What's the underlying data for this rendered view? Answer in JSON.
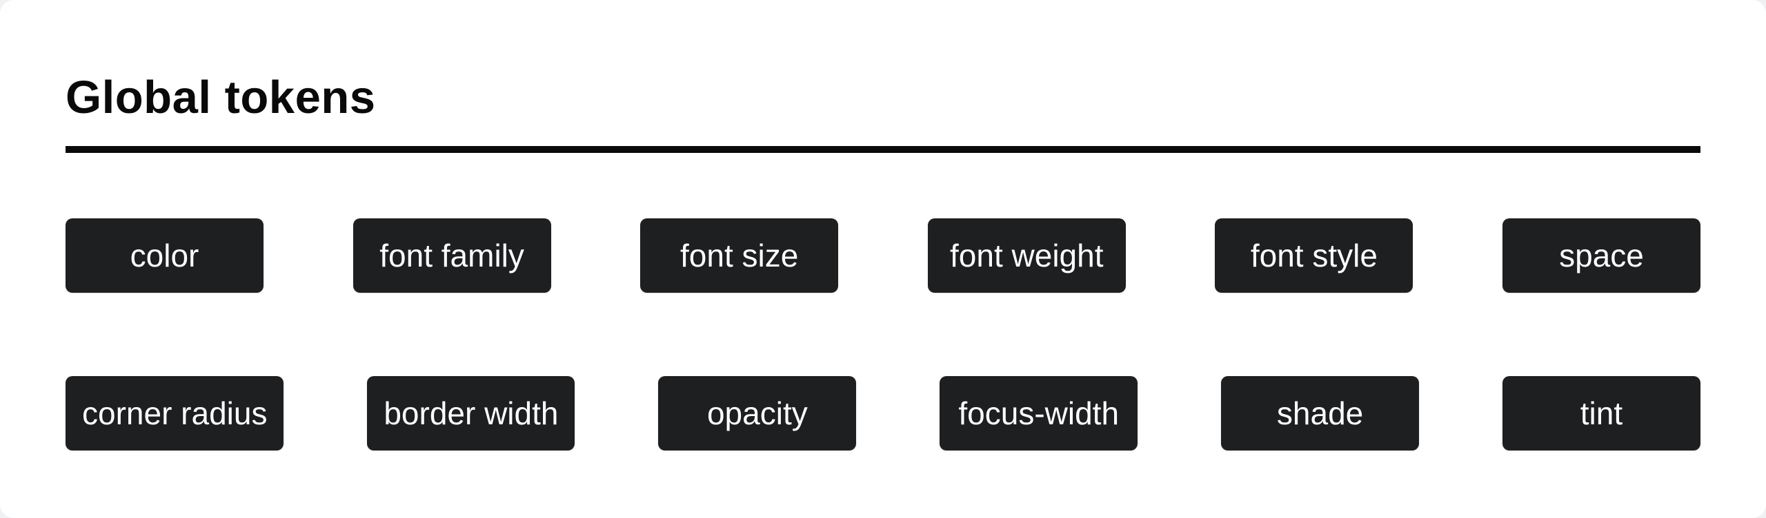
{
  "page": {
    "title": "Global tokens"
  },
  "theme": {
    "page_bg": "#f0f1f2",
    "card_bg": "#ffffff",
    "title_color": "#0a0a0a",
    "rule_color": "#0a0a0a",
    "chip_bg": "#1e1f21",
    "chip_text": "#ffffff"
  },
  "token_grid": {
    "rows": [
      {
        "chips": [
          {
            "label": "color"
          },
          {
            "label": "font family"
          },
          {
            "label": "font size"
          },
          {
            "label": "font weight"
          },
          {
            "label": "font style"
          },
          {
            "label": "space"
          }
        ]
      },
      {
        "chips": [
          {
            "label": "corner radius"
          },
          {
            "label": "border width"
          },
          {
            "label": "opacity"
          },
          {
            "label": "focus-width"
          },
          {
            "label": "shade"
          },
          {
            "label": "tint"
          }
        ]
      }
    ]
  }
}
